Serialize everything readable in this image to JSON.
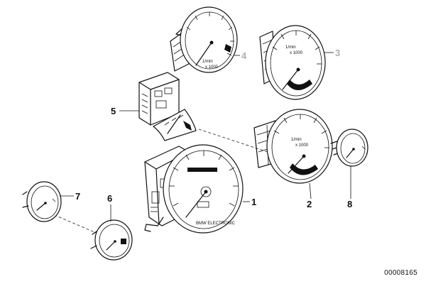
{
  "callouts": {
    "c1": "1",
    "c2": "2",
    "c3": "3",
    "c4": "4",
    "c5": "5",
    "c6": "6",
    "c7": "7",
    "c8": "8"
  },
  "face_labels": {
    "rpm": "1/min",
    "x1000": "x 1000",
    "brand": "BMW ELECTRONIC"
  },
  "reference_code": "00008165"
}
